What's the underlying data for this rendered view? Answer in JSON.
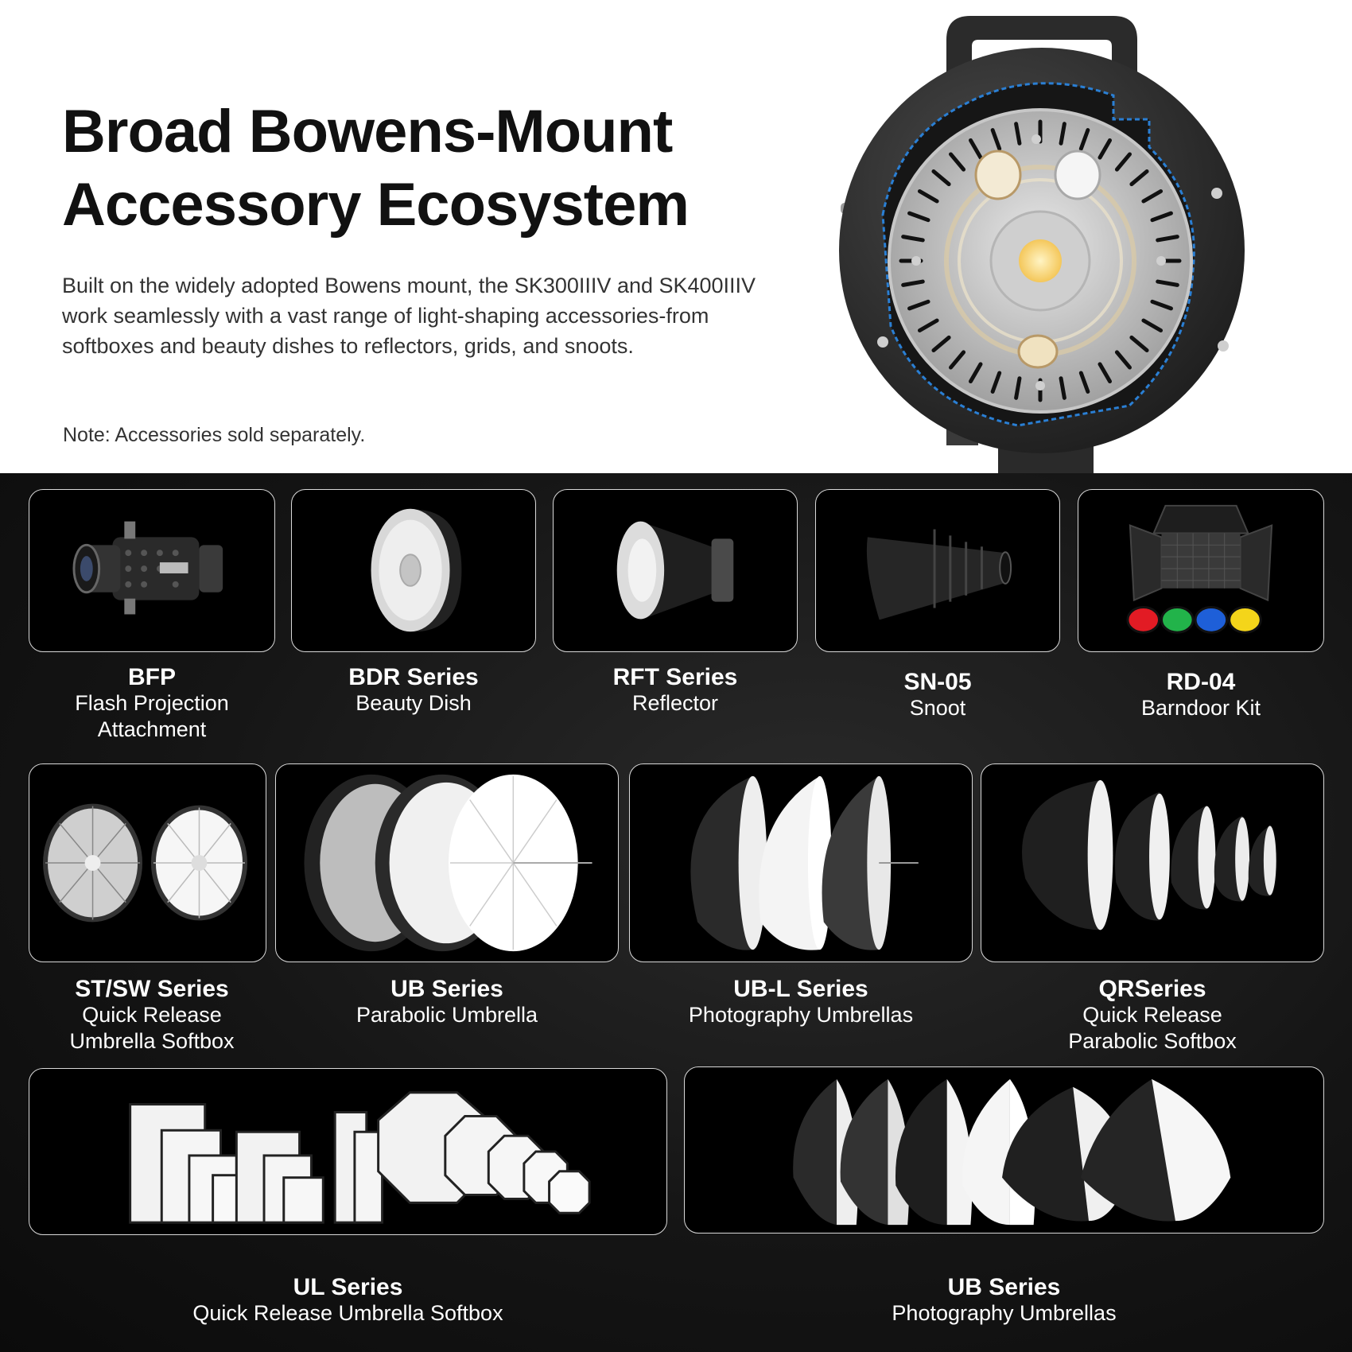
{
  "header": {
    "title_line1": "Broad Bowens-Mount",
    "title_line2": "Accessory Ecosystem",
    "description": "Built on the widely adopted Bowens mount, the SK300IIIV and SK400IIIV work seamlessly with a vast range of light-shaping accessories-from softboxes and beauty dishes to reflectors, grids, and snoots.",
    "note": "Note: Accessories sold separately."
  },
  "hero": {
    "icon": "studio-flash-bowens-mount-icon"
  },
  "row1": [
    {
      "name": "BFP",
      "desc": "Flash Projection\nAttachment",
      "icon": "projection-attachment-icon"
    },
    {
      "name": "BDR Series",
      "desc": "Beauty Dish",
      "icon": "beauty-dish-icon"
    },
    {
      "name": "RFT Series",
      "desc": "Reflector",
      "icon": "reflector-icon"
    },
    {
      "name": "SN-05",
      "desc": "Snoot",
      "icon": "snoot-icon"
    },
    {
      "name": "RD-04",
      "desc": "Barndoor Kit",
      "icon": "barndoor-kit-icon"
    }
  ],
  "row2": [
    {
      "name": "ST/SW Series",
      "desc": "Quick Release\nUmbrella Softbox",
      "icon": "umbrella-softbox-icon"
    },
    {
      "name": "UB Series",
      "desc": "Parabolic Umbrella",
      "icon": "parabolic-umbrella-icon"
    },
    {
      "name": "UB-L Series",
      "desc": "Photography Umbrellas",
      "icon": "photography-umbrellas-icon"
    },
    {
      "name": "QRSeries",
      "desc": "Quick Release\nParabolic Softbox",
      "icon": "parabolic-softbox-icon"
    }
  ],
  "row3": [
    {
      "name": "UL Series",
      "desc": "Quick Release Umbrella Softbox",
      "icon": "softbox-set-icon"
    },
    {
      "name": "UB Series",
      "desc": "Photography Umbrellas",
      "icon": "umbrella-set-icon"
    }
  ],
  "colors": {
    "dark_bg": "#151515",
    "card_border": "#d9d9d9",
    "led": "#ffe08a",
    "mount_blue": "#2a7fd4"
  }
}
